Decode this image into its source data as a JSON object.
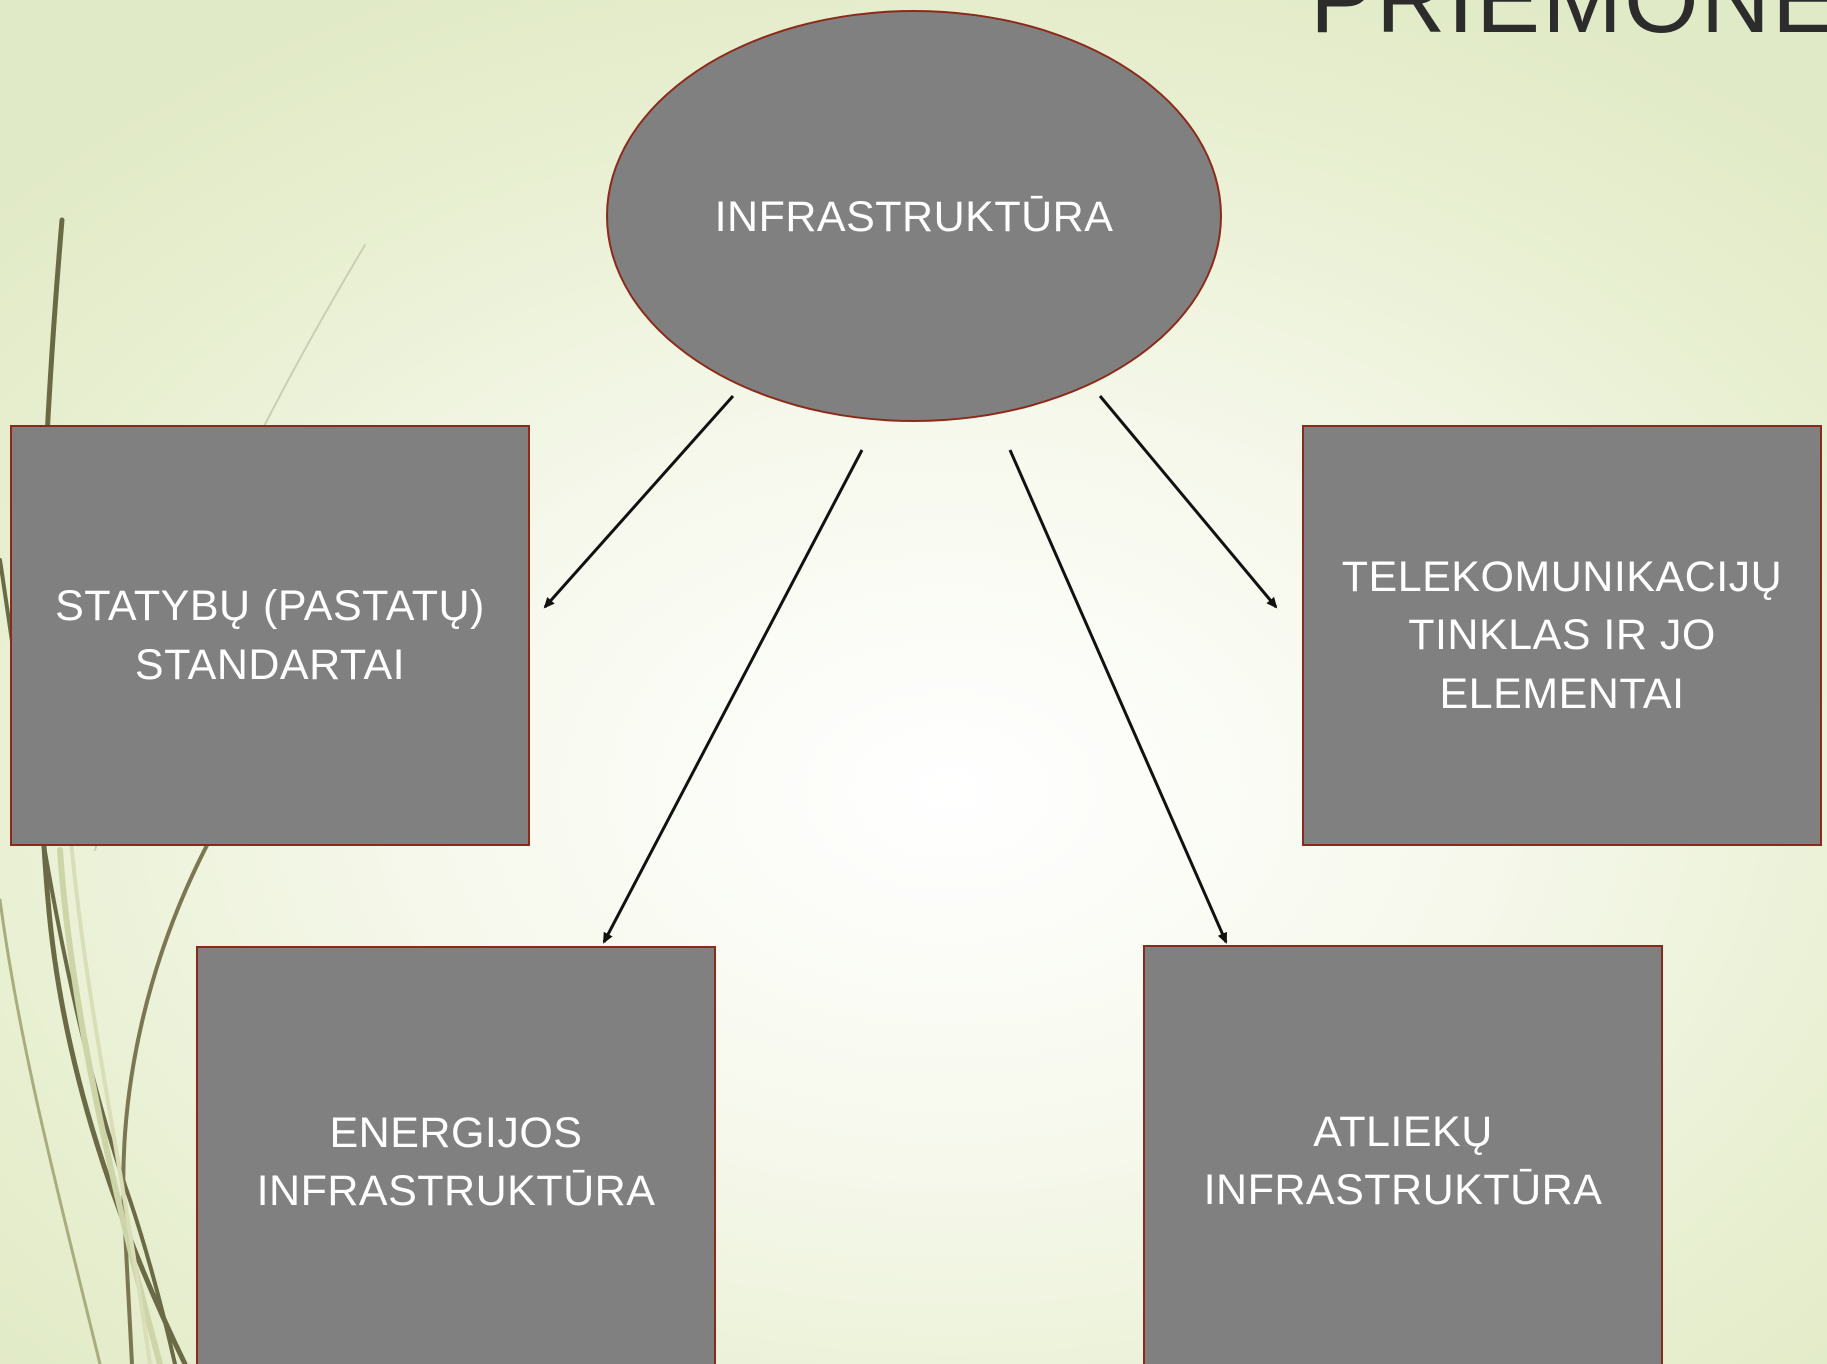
{
  "slide": {
    "title": "PRIEMONĖS"
  },
  "diagram": {
    "root": {
      "label": "INFRASTRUKTŪRA"
    },
    "children": [
      {
        "label": "STATYBŲ (PASTATŲ) STANDARTAI"
      },
      {
        "label": "TELEKOMUNIKACIJŲ TINKLAS IR JO ELEMENTAI"
      },
      {
        "label": "ENERGIJOS INFRASTRUKTŪRA"
      },
      {
        "label": "ATLIEKŲ INFRASTRUKTŪRA"
      }
    ]
  },
  "colors": {
    "shape_fill": "#808080",
    "shape_border": "#8b2a1a",
    "shape_text": "#ffffff",
    "arrow": "#111111",
    "background_light": "#ffffff",
    "background_edge": "#e1eac6",
    "decor_stroke": "#6b6a46"
  }
}
